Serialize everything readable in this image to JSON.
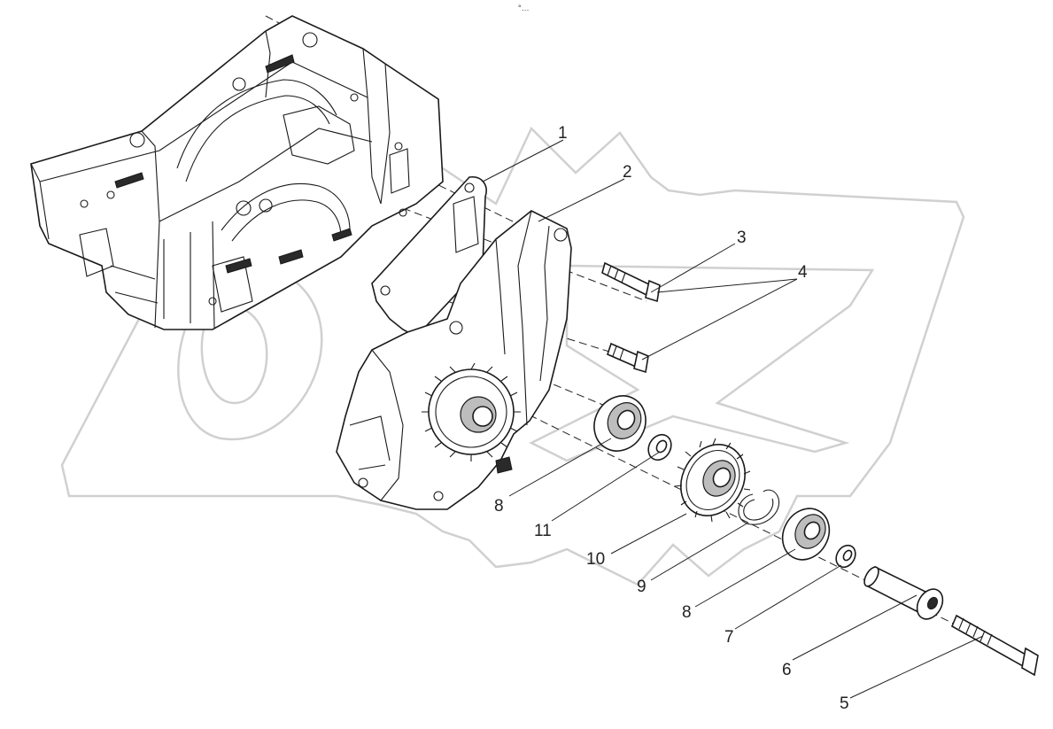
{
  "top_mark": "°…",
  "watermark": {
    "text": "OTEX",
    "color": "#d0d0d0"
  },
  "callouts": [
    {
      "id": "callout-1",
      "label": "1"
    },
    {
      "id": "callout-2",
      "label": "2"
    },
    {
      "id": "callout-3",
      "label": "3"
    },
    {
      "id": "callout-4",
      "label": "4"
    },
    {
      "id": "callout-8a",
      "label": "8"
    },
    {
      "id": "callout-11",
      "label": "11"
    },
    {
      "id": "callout-10",
      "label": "10"
    },
    {
      "id": "callout-9",
      "label": "9"
    },
    {
      "id": "callout-8b",
      "label": "8"
    },
    {
      "id": "callout-7",
      "label": "7"
    },
    {
      "id": "callout-6",
      "label": "6"
    },
    {
      "id": "callout-5",
      "label": "5"
    }
  ]
}
